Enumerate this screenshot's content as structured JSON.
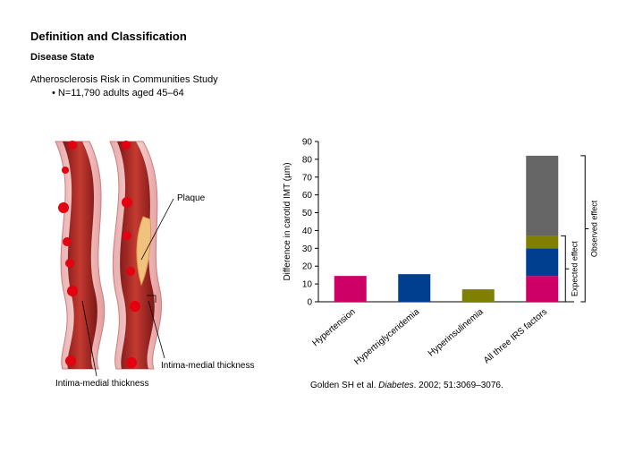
{
  "slide": {
    "title": "Definition and Classification",
    "subtitle": "Disease State",
    "study": "Atherosclerosis Risk in Communities Study",
    "bullet": "• N=11,790 adults aged 45–64"
  },
  "illustration": {
    "plaque_label": "Plaque",
    "imt_label_left": "Intima-medial thickness",
    "imt_label_right": "Intima-medial thickness"
  },
  "citation": {
    "prefix": "Golden SH et al. ",
    "journal": "Diabetes",
    "suffix": ". 2002; 51:3069–3076."
  },
  "colors": {
    "hypertension": "#cc0066",
    "hypertriglyceridemia": "#003f8f",
    "hyperinsulinemia": "#808000",
    "interaction": "#666666"
  },
  "chart_data": {
    "type": "bar",
    "ylabel": "Difference in carotid IMT (µm)",
    "ylim": [
      0,
      90
    ],
    "yticks": [
      0,
      10,
      20,
      30,
      40,
      50,
      60,
      70,
      80,
      90
    ],
    "grid": false,
    "categories": [
      "Hypertension",
      "Hypertriglyceridemia",
      "Hyperinsulinemia",
      "All three IRS factors"
    ],
    "bars": [
      {
        "category": "Hypertension",
        "segments": [
          {
            "value": 14.5,
            "color": "#cc0066"
          }
        ]
      },
      {
        "category": "Hypertriglyceridemia",
        "segments": [
          {
            "value": 15.5,
            "color": "#003f8f"
          }
        ]
      },
      {
        "category": "Hyperinsulinemia",
        "segments": [
          {
            "value": 7,
            "color": "#808000"
          }
        ]
      },
      {
        "category": "All three IRS factors",
        "segments": [
          {
            "value": 14.5,
            "color": "#cc0066"
          },
          {
            "value": 15.5,
            "color": "#003f8f"
          },
          {
            "value": 7,
            "color": "#808000"
          },
          {
            "value": 45,
            "color": "#666666"
          }
        ]
      }
    ],
    "annotations": [
      {
        "label": "Expected effect",
        "from": 0,
        "to": 37
      },
      {
        "label": "Observed effect",
        "from": 0,
        "to": 82
      }
    ]
  }
}
